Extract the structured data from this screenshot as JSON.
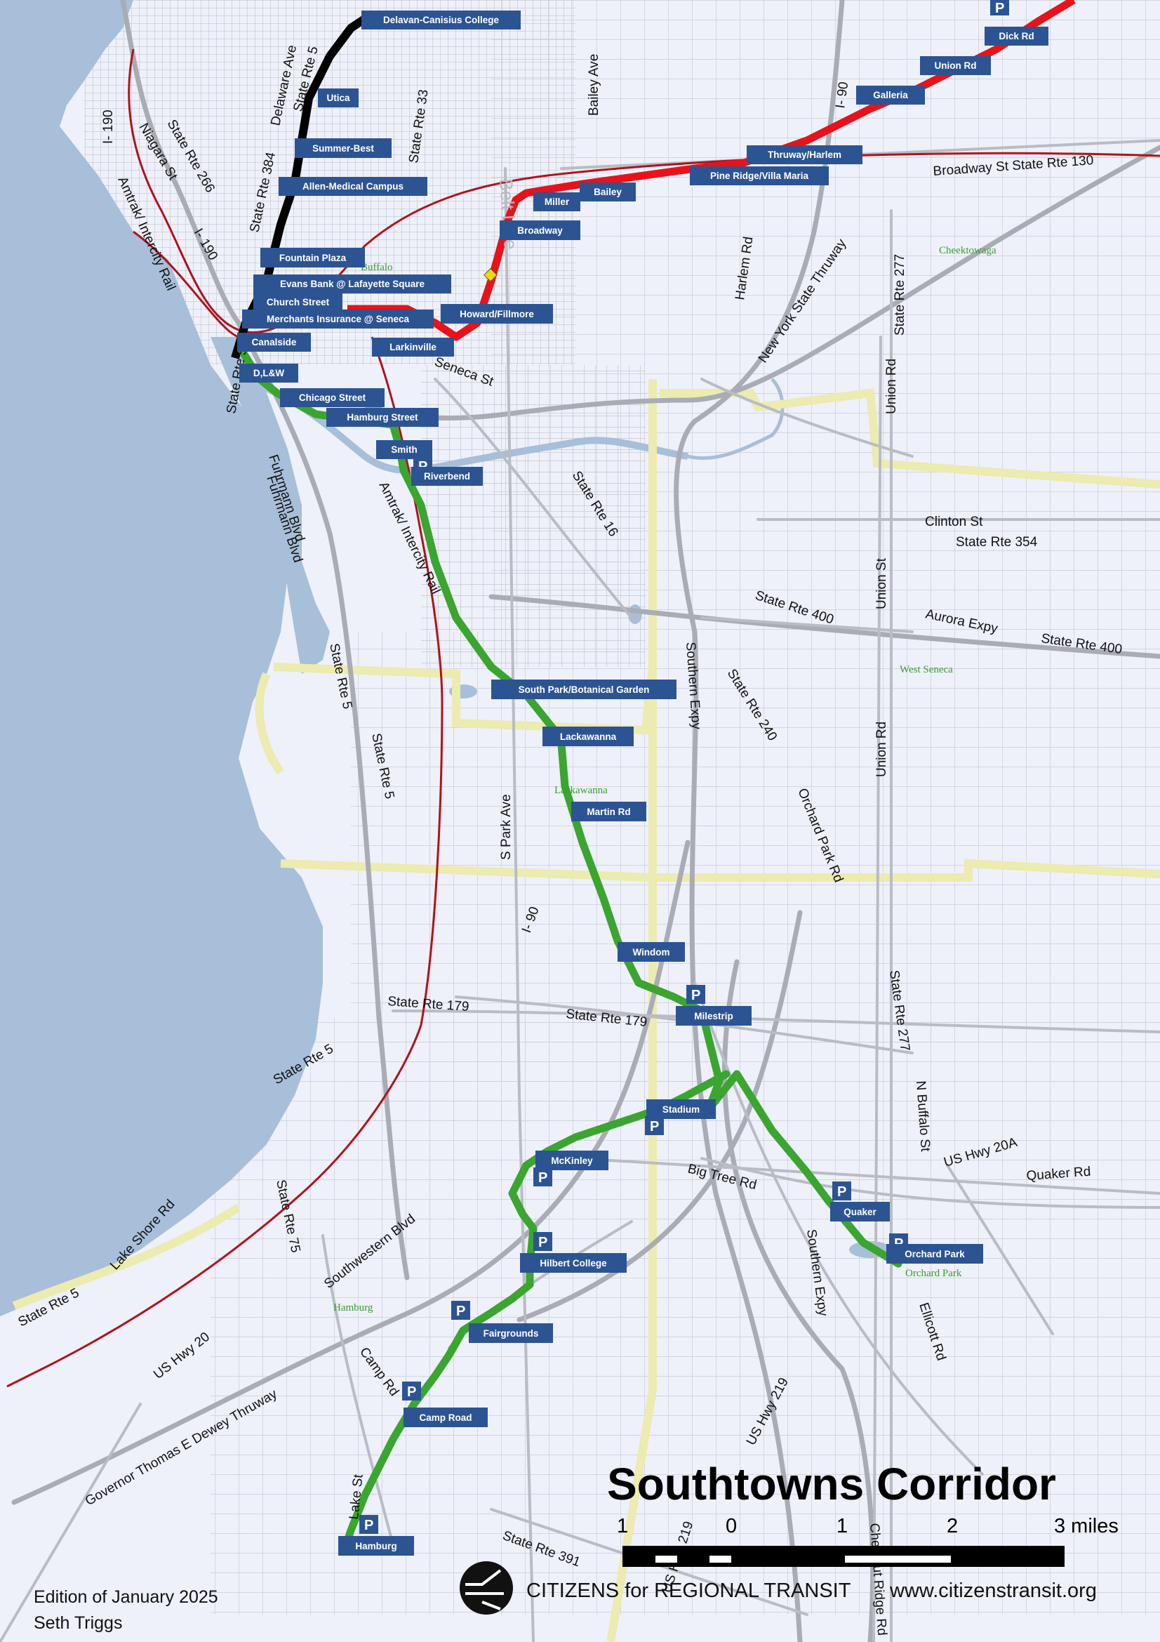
{
  "colors": {
    "water": "#a7bfd8",
    "land": "#eef0fa",
    "road": "#b9bcc4",
    "major_road": "#a9acb4",
    "boundary": "#ecebb0",
    "green_line": "#3aa52f",
    "red_line": "#e8121b",
    "black_line": "#000000",
    "amtrak": "#b0121b",
    "label_bg": "#2c5493",
    "label_text": "#ffffff",
    "place_text": "#3a9e2f",
    "road_text": "#111111"
  },
  "title": "Southtowns Corridor",
  "scale_bar": {
    "labels": [
      "1",
      "0",
      "1",
      "2",
      "3 miles"
    ]
  },
  "organization": "CITIZENS for REGIONAL TRANSIT",
  "website": "www.citizenstransit.org",
  "edition": "Edition of January 2025",
  "author": "Seth Triggs",
  "park_and_ride_symbol": "P",
  "stations": [
    "Delavan-Canisius College",
    "Utica",
    "Summer-Best",
    "Allen-Medical Campus",
    "Fountain Plaza",
    "Evans Bank @ Lafayette Square",
    "Church Street",
    "Merchants Insurance @ Seneca",
    "Canalside",
    "D,L&W",
    "Chicago Street",
    "Hamburg Street",
    "Smith",
    "Riverbend",
    "South Park/Botanical Garden",
    "Lackawanna",
    "Martin Rd",
    "Windom",
    "Milestrip",
    "Stadium",
    "McKinley",
    "Hilbert College",
    "Fairgrounds",
    "Camp Road",
    "Hamburg",
    "Quaker",
    "Orchard Park",
    "Howard/Fillmore",
    "Larkinville",
    "Broadway",
    "Miller",
    "Bailey",
    "Pine Ridge/Villa Maria",
    "Thruway/Harlem",
    "Galleria",
    "Union Rd",
    "Dick Rd"
  ],
  "places": [
    "Buffalo",
    "Cheektowaga",
    "West Seneca",
    "Lackawanna",
    "Hamburg",
    "Orchard Park"
  ],
  "roads": [
    "I- 190",
    "Niagara St",
    "State Rte 266",
    "Delaware Ave",
    "State Rte 5",
    "State Rte 384",
    "State Rte 33",
    "Bailey Ave",
    "Belt Line",
    "Amtrak/ Intercity Rail",
    "I- 190",
    "State Rte 5",
    "Seneca St",
    "I- 90",
    "Broadway St State Rte 130",
    "Harlem Rd",
    "New York State Thruway",
    "State Rte 277",
    "Union Rd",
    "Fuhrmann Blvd",
    "Fuhrmann Blvd",
    "Amtrak/ Intercity Rail",
    "State Rte 16",
    "Clinton St",
    "State Rte 354",
    "Union St",
    "State Rte 400",
    "Aurora Expy",
    "State Rte 400",
    "Southern Expy",
    "State Rte 240",
    "State Rte 5",
    "State Rte 5",
    "Union Rd",
    "S Park Ave",
    "Orchard Park Rd",
    "I- 90",
    "State Rte 179",
    "State Rte 179",
    "State Rte 277",
    "State Rte 5",
    "N Buffalo St",
    "US Hwy 20A",
    "Quaker Rd",
    "Big Tree Rd",
    "Southwestern Blvd",
    "State Rte 75",
    "Lake Shore Rd",
    "State Rte 5",
    "Southern Expy",
    "US Hwy 20",
    "Governor Thomas E Dewey Thruway",
    "Camp Rd",
    "US Hwy 219",
    "Ellicott Rd",
    "Lake St",
    "State Rte 391",
    "US Hwy 219",
    "Chestnut Ridge Rd"
  ]
}
